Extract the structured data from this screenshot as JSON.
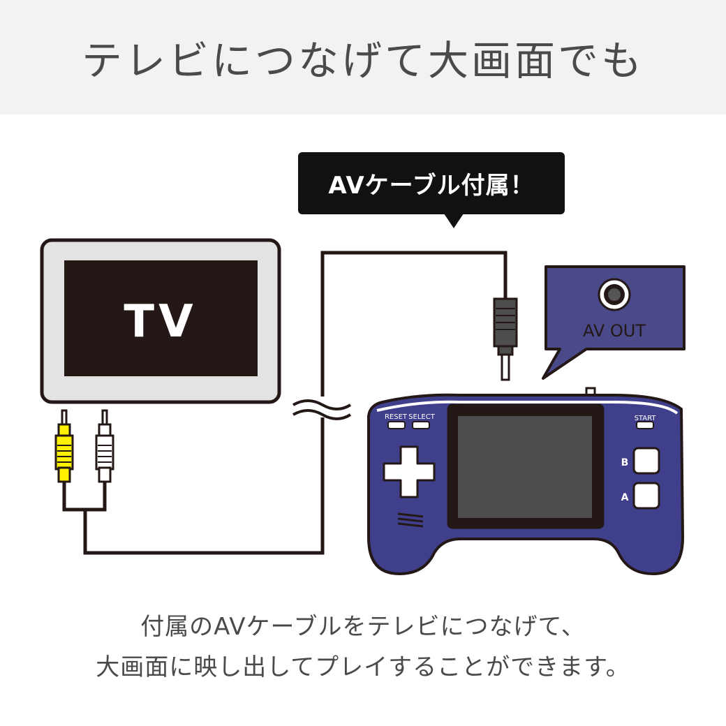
{
  "header": {
    "title": "テレビにつなげて大画面でも"
  },
  "callout": {
    "text": "AVケーブル付属！"
  },
  "tv": {
    "label": "TV"
  },
  "av_port": {
    "label": "AV OUT"
  },
  "console": {
    "reset_label": "RESET",
    "select_label": "SELECT",
    "start_label": "START",
    "b_label": "B",
    "a_label": "A"
  },
  "caption": {
    "line1": "付属のAVケーブルをテレビにつなげて、",
    "line2": "大画面に映し出してプレイすることができます。"
  },
  "colors": {
    "console_body": "#3f3f8c",
    "console_dark": "#2a2a66",
    "port_panel": "#4a4a8a",
    "tv_frame": "#e3e3e3",
    "tv_screen": "#231815",
    "rca_yellow": "#fff100",
    "header_bg": "#f2f2f2",
    "callout_bg": "#111111",
    "text_gray": "#4a4a4a"
  }
}
